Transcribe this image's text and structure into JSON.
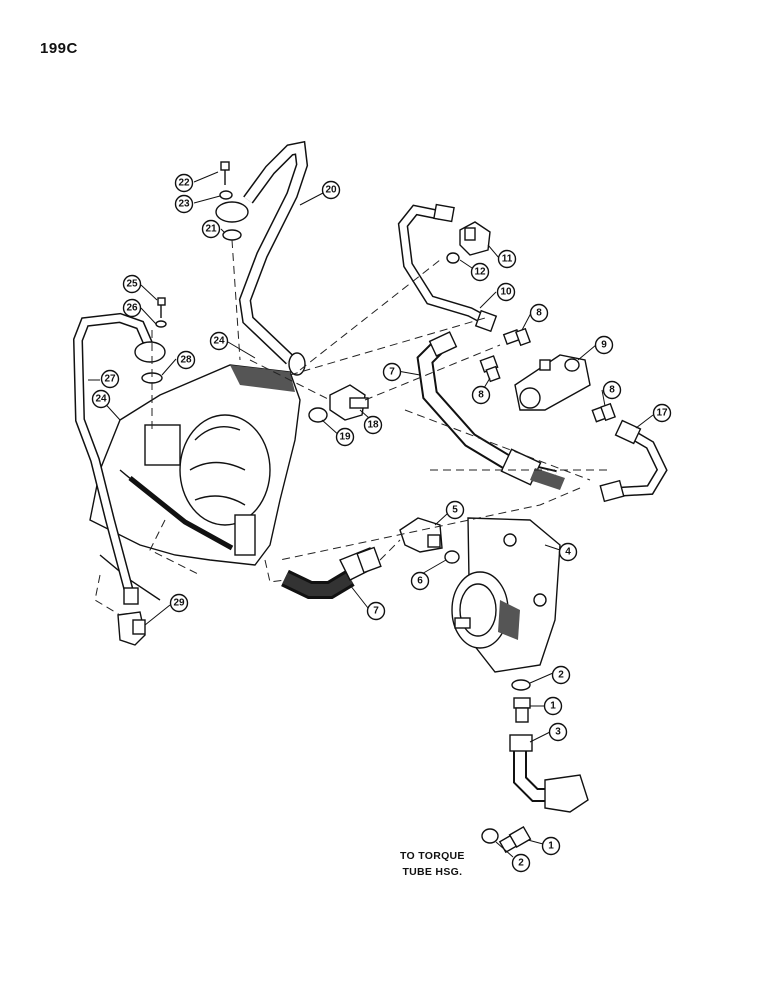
{
  "page_code": "199C",
  "note": {
    "line1": "TO TORQUE",
    "line2": "TUBE HSG."
  },
  "callouts": [
    "1",
    "1",
    "2",
    "2",
    "3",
    "4",
    "5",
    "6",
    "7",
    "7",
    "8",
    "8",
    "8",
    "9",
    "10",
    "11",
    "12",
    "17",
    "18",
    "19",
    "20",
    "21",
    "22",
    "23",
    "24",
    "24",
    "25",
    "26",
    "27",
    "28",
    "29"
  ]
}
